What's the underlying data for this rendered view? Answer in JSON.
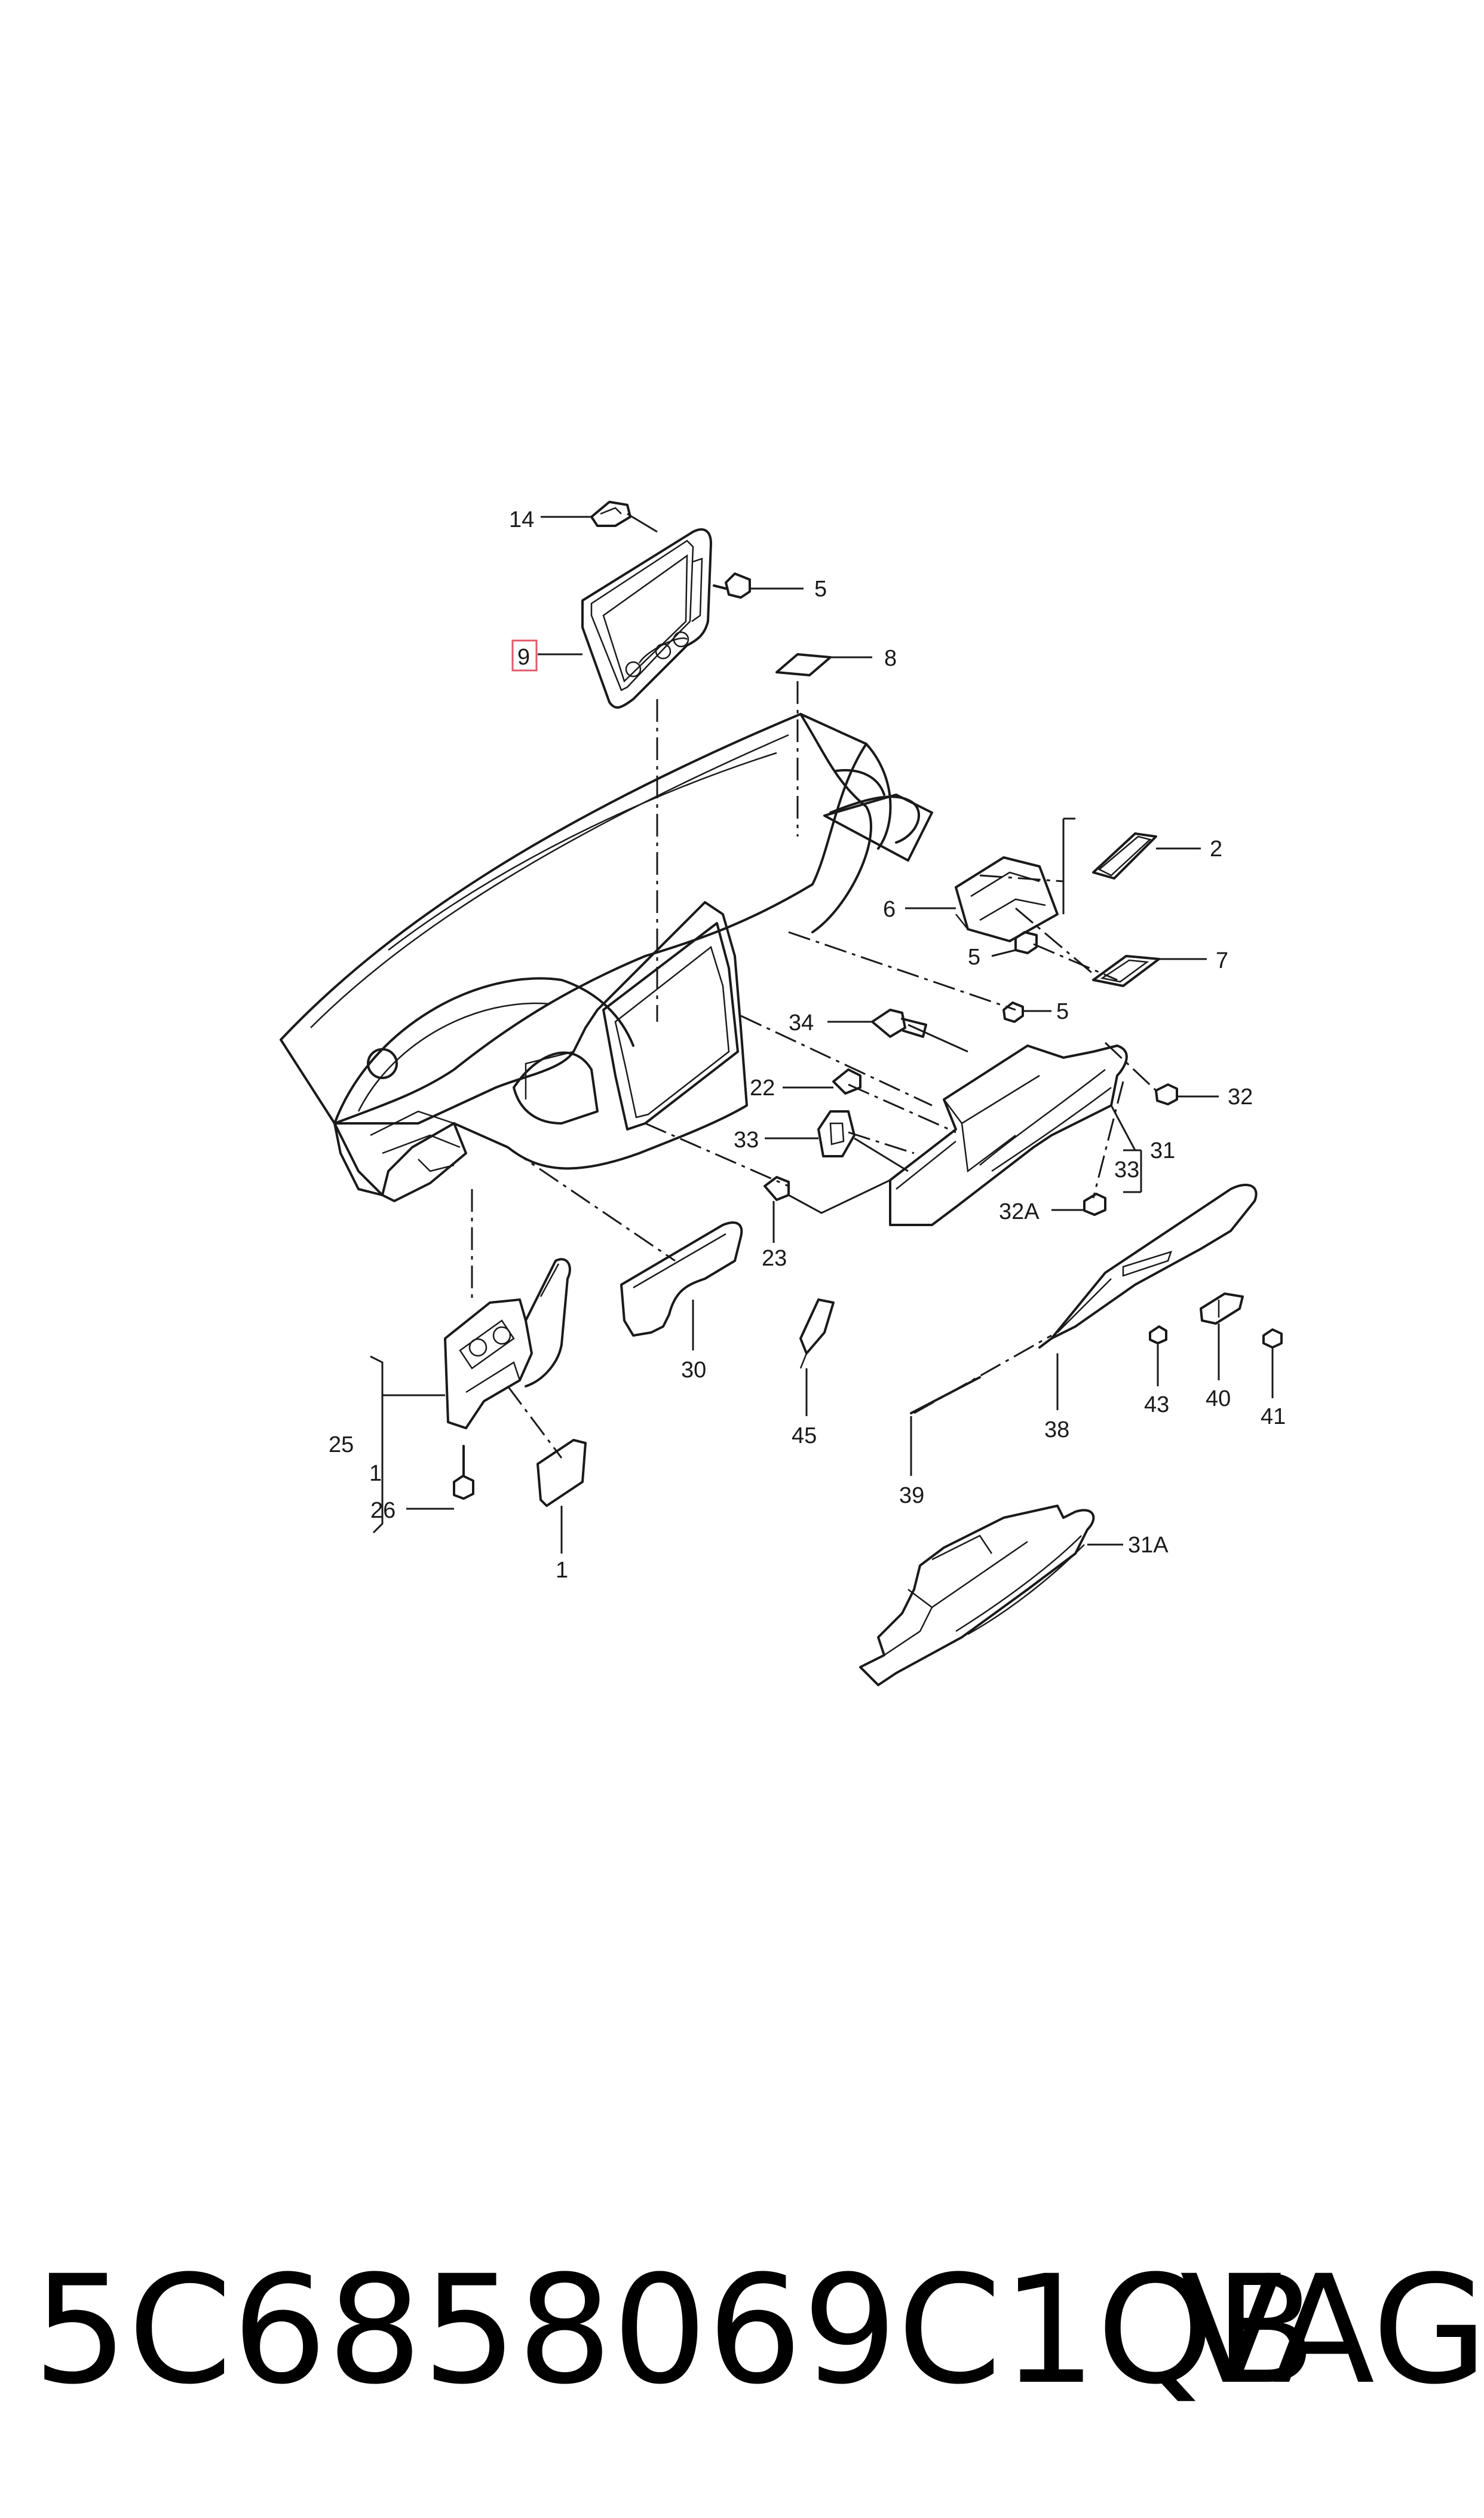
{
  "callouts": [
    {
      "id": "14",
      "text": "14"
    },
    {
      "id": "5a",
      "text": "5"
    },
    {
      "id": "9",
      "text": "9",
      "highlighted": true
    },
    {
      "id": "8",
      "text": "8"
    },
    {
      "id": "2",
      "text": "2"
    },
    {
      "id": "6",
      "text": "6"
    },
    {
      "id": "5b",
      "text": "5"
    },
    {
      "id": "7",
      "text": "7"
    },
    {
      "id": "5c",
      "text": "5"
    },
    {
      "id": "34",
      "text": "34"
    },
    {
      "id": "22",
      "text": "22"
    },
    {
      "id": "32",
      "text": "32"
    },
    {
      "id": "33a",
      "text": "33"
    },
    {
      "id": "33b",
      "text": "33"
    },
    {
      "id": "31",
      "text": "31"
    },
    {
      "id": "32A",
      "text": "32A"
    },
    {
      "id": "23",
      "text": "23"
    },
    {
      "id": "30",
      "text": "30"
    },
    {
      "id": "45",
      "text": "45"
    },
    {
      "id": "25",
      "text": "25"
    },
    {
      "id": "1a",
      "text": "1"
    },
    {
      "id": "26",
      "text": "26"
    },
    {
      "id": "1b",
      "text": "1"
    },
    {
      "id": "38",
      "text": "38"
    },
    {
      "id": "39",
      "text": "39"
    },
    {
      "id": "43",
      "text": "43"
    },
    {
      "id": "40",
      "text": "40"
    },
    {
      "id": "41",
      "text": "41"
    },
    {
      "id": "31A",
      "text": "31A"
    }
  ],
  "footer": {
    "part_number": "5C6858069C1QB",
    "brand": "VAG"
  },
  "colors": {
    "line": "#1a1a1a",
    "highlight_border": "#e05a6a",
    "background": "#ffffff"
  }
}
